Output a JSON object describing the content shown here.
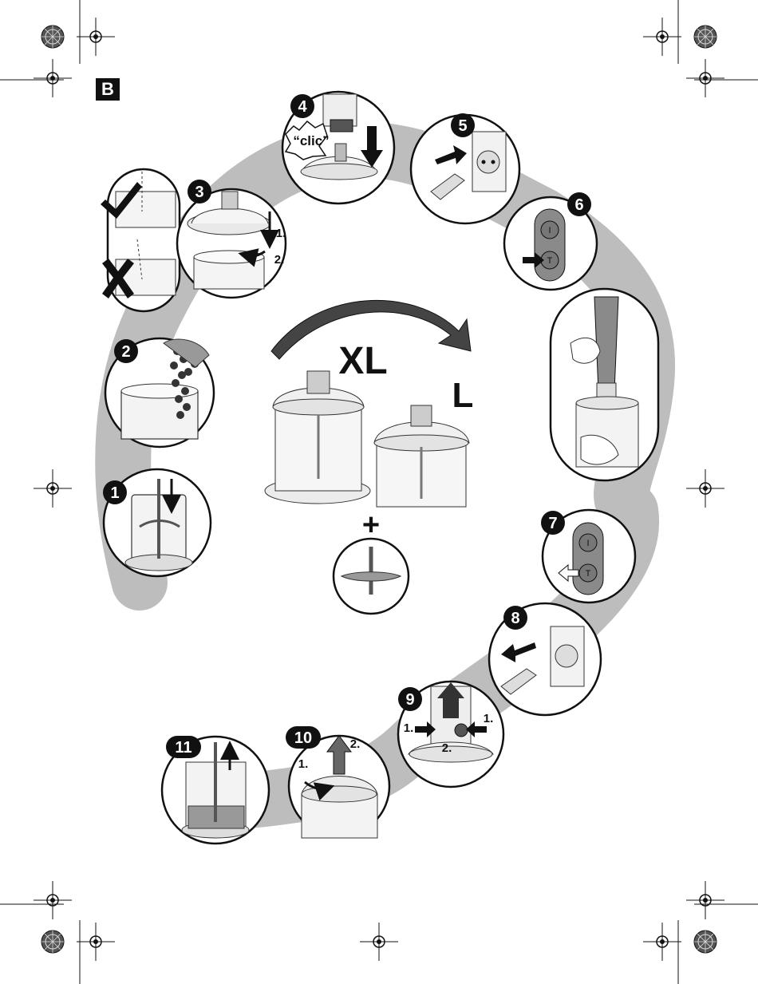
{
  "section_label": "B",
  "click_sound": "“clic”",
  "size_large": "XL",
  "size_small": "L",
  "plus_sign": "+",
  "steps": [
    "1",
    "2",
    "3",
    "4",
    "5",
    "6",
    "7",
    "8",
    "9",
    "10",
    "11"
  ],
  "sub_steps": {
    "s3_first": "1.",
    "s3_second": "2.",
    "s9_left": "1.",
    "s9_right": "1.",
    "s9_center": "2.",
    "s10_first": "1.",
    "s10_second": "2."
  },
  "colors": {
    "path_gray": "#bdbdbd",
    "ink": "#111111",
    "button_gray": "#8a8a8a",
    "appliance_gray": "#e6e6e6"
  },
  "icons": [
    "check-icon",
    "cross-icon",
    "arrow-icon",
    "power-button-icon",
    "turbo-button-icon",
    "registration-mark-icon"
  ]
}
